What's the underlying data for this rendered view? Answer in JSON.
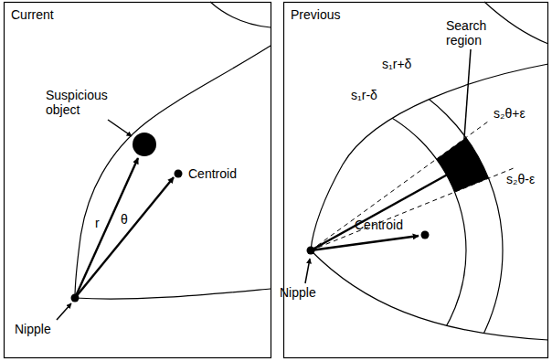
{
  "diagram": {
    "labels": [
      "Current",
      "Suspicious object",
      "r",
      "θ",
      "Centroid",
      "Nipple",
      "Previous",
      "Search region",
      "s₁r+δ",
      "s₁r-δ",
      "s₂θ+ε",
      "s₂θ-ε",
      "Nipple",
      "Centroid"
    ]
  }
}
